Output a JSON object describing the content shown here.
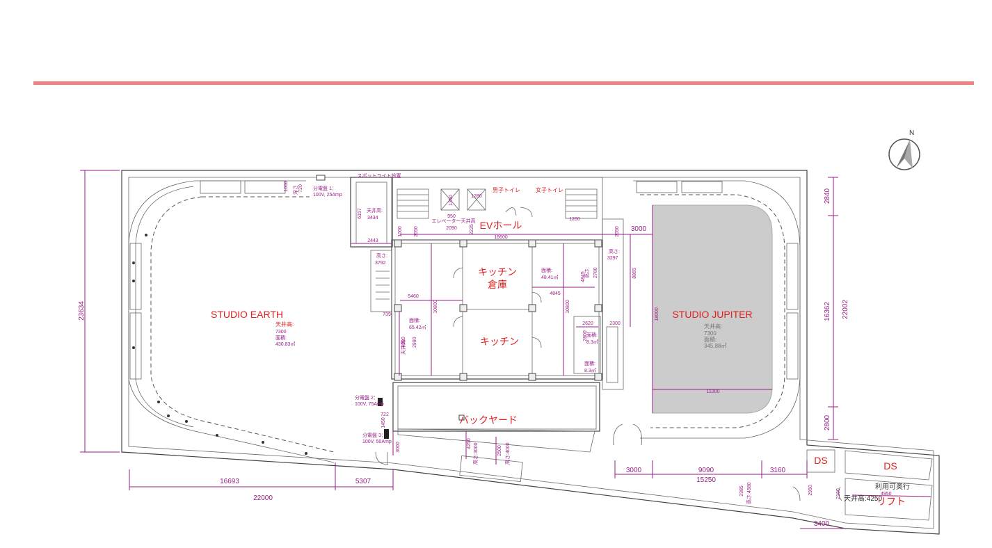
{
  "rooms": {
    "studio_earth": {
      "name": "STUDIO EARTH",
      "ceiling_label": "天井高:",
      "ceiling": "7300",
      "area_label": "面積:",
      "area": "430.83㎡"
    },
    "studio_jupiter": {
      "name": "STUDIO JUPITER",
      "ceiling_label": "天井高:",
      "ceiling": "7300",
      "area_label": "面積:",
      "area": "345.88㎡"
    },
    "kitchen_storage": {
      "line1": "キッチン",
      "line2": "倉庫"
    },
    "kitchen": {
      "name": "キッチン"
    },
    "backyard": {
      "name": "バックヤード"
    },
    "ev_hall": {
      "name": "EVホール"
    },
    "mens_toilet": {
      "name": "男子トイレ"
    },
    "womens_toilet": {
      "name": "女子トイレ"
    },
    "ds1": {
      "name": "DS"
    },
    "ds2": {
      "name": "DS"
    },
    "lift": {
      "name": "リフト",
      "usable_depth": "利用可奥行",
      "depth": "4950",
      "ceiling": "天井高:4250"
    }
  },
  "annotations": {
    "panel1": {
      "title": "分電盤 1：",
      "spec": "100V, 25Amp"
    },
    "panel2": {
      "title": "分電盤 2：",
      "spec": "100V, 75Amp"
    },
    "panel3": {
      "title": "分電盤 3：",
      "spec": "100V, 50Amp"
    },
    "ceil_3434": {
      "label": "天井高:",
      "value": "3434"
    },
    "height_3792": {
      "label": "高さ:",
      "value": "3792"
    },
    "height_3297": {
      "label": "高さ:",
      "value": "3297"
    },
    "area_6542": {
      "label": "面積:",
      "value": "65.42㎡"
    },
    "area_4841": {
      "label": "面積:",
      "value": "48.41㎡"
    },
    "area_83a": {
      "label": "面積:",
      "value": "8.3㎡"
    },
    "area_83b": {
      "label": "面積:",
      "value": "8.3㎡"
    },
    "ev_ceiling": "エレベーター天井高",
    "spotlight": "スポットライト設置",
    "height_3000": "高さ:3000",
    "height_4000": "高さ:4000",
    "height_4580": "高さ:4580",
    "depth_3": "深さ",
    "ceil_2990": {
      "label": "天井高:",
      "value": "2990"
    },
    "height_2780": {
      "label": "高さ:",
      "value": "2780"
    },
    "compass": "N"
  },
  "dimensions": {
    "d23634": "23634",
    "d16693": "16693",
    "d5307": "5307",
    "d22000": "22000",
    "d2840": "2840",
    "d16362": "16362",
    "d2800": "2800",
    "d22002": "22002",
    "d3000_bottom": "3000",
    "d9090": "9090",
    "d3160": "3160",
    "d15250": "15250",
    "d3400": "3400",
    "d2950": "2950",
    "d2190": "2190",
    "d2385": "2385",
    "d18000": "18000",
    "d11000": "11000",
    "d3000_top": "3000",
    "d8865": "8865",
    "d2050_r": "2050",
    "d2300": "2300",
    "d6157": "6157",
    "d2443": "2443",
    "d1000_a": "1000",
    "d2050_l": "2050",
    "d950": "950",
    "d2090": "2090",
    "d2225": "2225",
    "d16600": "16600",
    "d1350": "1350",
    "d1280": "1280",
    "d1260": "1260",
    "d1000": "1000",
    "d720": "720",
    "d5460": "5460",
    "d10800_a": "10800",
    "d10800_b": "10800",
    "d4845_a": "4845",
    "d4845_b": "4845",
    "d4980": "4980",
    "d739": "739",
    "d2620": "2620",
    "d2800_k": "2800",
    "d722": "722",
    "d1450": "1450",
    "d3000_bk": "3000",
    "d4250": "4250",
    "d2500": "2500"
  }
}
